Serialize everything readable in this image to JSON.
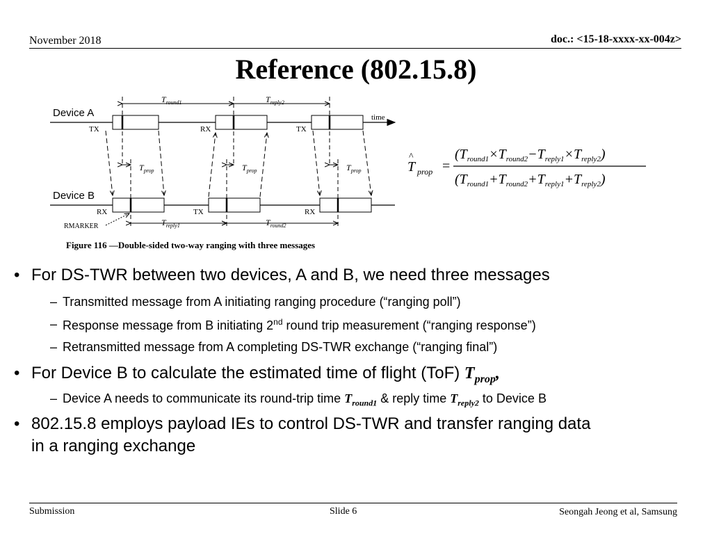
{
  "header": {
    "date": "November 2018",
    "doc": "doc.: <15-18-xxxx-xx-004z>"
  },
  "title": "Reference (802.15.8)",
  "figure": {
    "device_a": "Device A",
    "device_b": "Device B",
    "tx": "TX",
    "rx": "RX",
    "time": "time",
    "rmarker": "RMARKER",
    "t": "T",
    "round1": "round1",
    "round2": "round2",
    "reply1": "reply1",
    "reply2": "reply2",
    "prop": "prop",
    "caption": "Figure 116 —Double-sided two-way ranging with three messages"
  },
  "formula": {
    "lhs_sub": "prop",
    "numerator": [
      "(T",
      "round1",
      "×T",
      "round2",
      "−T",
      "reply1",
      "×T",
      "reply2",
      ")"
    ],
    "denominator": [
      "(T",
      "round1",
      "+T",
      "round2",
      "+T",
      "reply1",
      "+T",
      "reply2",
      ")"
    ]
  },
  "bullets": {
    "b1": "For DS-TWR between two devices, A and B, we need three messages",
    "b1_1": "Transmitted message from A initiating ranging procedure (“ranging poll”)",
    "b1_2_pre": "Response message from B initiating 2",
    "b1_2_sup": "nd",
    "b1_2_post": " round trip measurement (“ranging response”)",
    "b1_3": "Retransmitted message from A completing DS-TWR exchange (“ranging final”)",
    "b2_pre": "For Device B to calculate the estimated time of flight (ToF) ",
    "b2_var": "T",
    "b2_sub": "prop",
    "b2_post": ",",
    "b2_1_pre": "Device A needs to communicate its round-trip time ",
    "b2_1_var1": "T",
    "b2_1_sub1": "round1",
    "b2_1_mid": " & reply time ",
    "b2_1_var2": "T",
    "b2_1_sub2": "reply2",
    "b2_1_post": " to Device B",
    "b3_line1": "802.15.8 employs payload IEs to control DS-TWR and transfer ranging data",
    "b3_line2": "in a ranging exchange",
    "bullet_mark": "•",
    "dash_mark": "–"
  },
  "footer": {
    "submission": "Submission",
    "slide": "Slide 6",
    "author": "Seongah Jeong et al, Samsung"
  }
}
